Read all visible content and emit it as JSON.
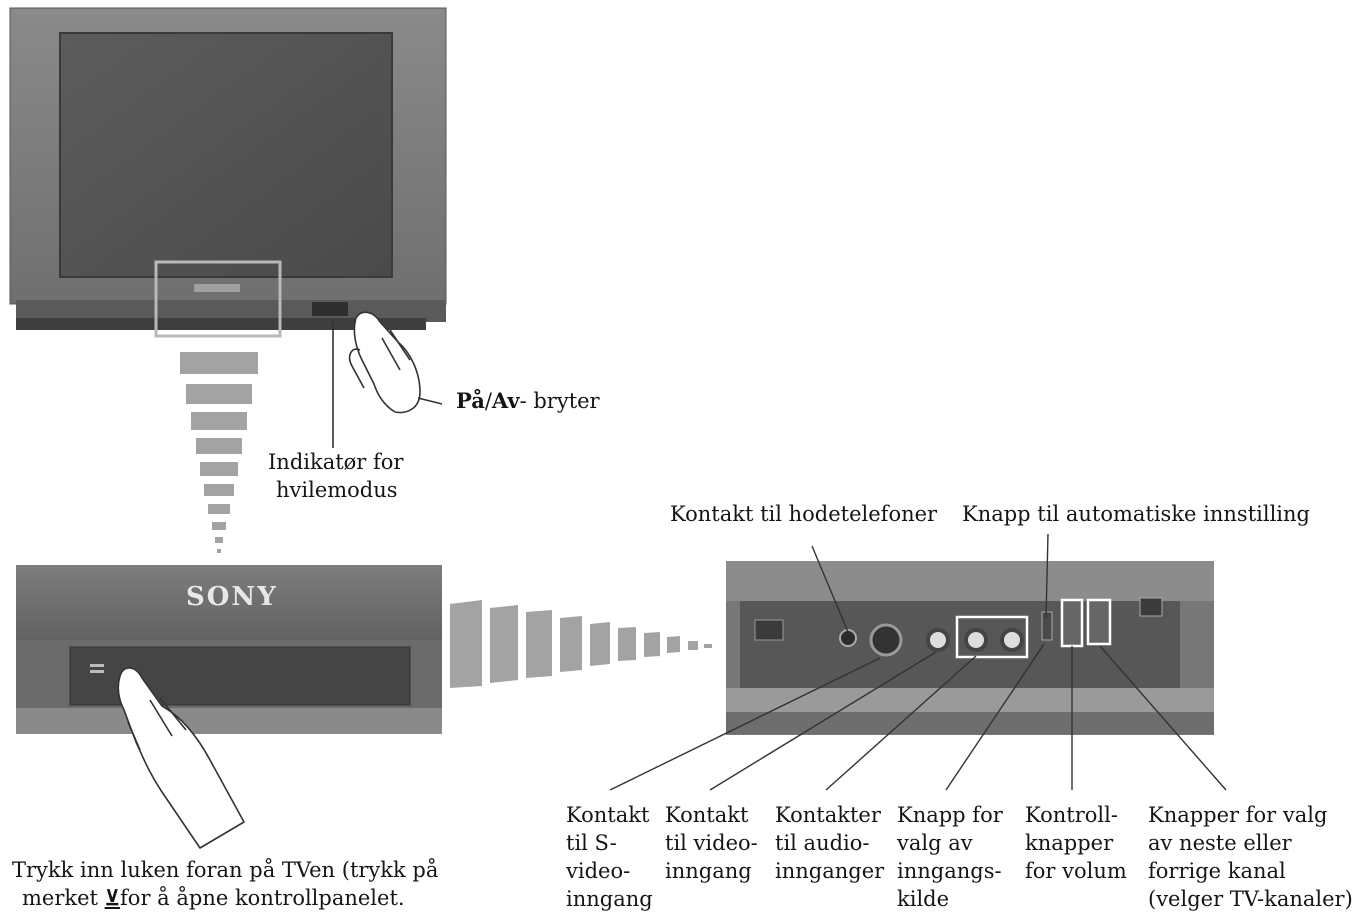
{
  "brand": "SONY",
  "labels": {
    "power_bold_1": "På",
    "power_sep": "/",
    "power_bold_2": "Av",
    "power_rest": "- bryter",
    "standby_line1": "Indikatør for",
    "standby_line2": "hvilemodus",
    "headphones": "Kontakt  til hodetelefoner",
    "auto_setup": "Knapp til automatiske innstilling",
    "svideo": [
      "Kontakt",
      "til S-",
      "video-",
      "inngang"
    ],
    "video": [
      "Kontakt",
      "til video-",
      "inngang"
    ],
    "audio": [
      "Kontakter",
      "til audio-",
      "innganger"
    ],
    "input_select": [
      "Knapp for",
      "valg av",
      "inngangs-",
      "kilde"
    ],
    "volume": [
      "Kontroll-",
      "knapper",
      "for volum"
    ],
    "channel": [
      "Knapper for valg",
      "av neste eller",
      "forrige kanal",
      "(velger TV-kanaler)"
    ],
    "instruction_line1": "Trykk inn luken foran på TVen (trykk på",
    "instruction_line2_a": "merket ",
    "instruction_mark": "⊻",
    "instruction_line2_b": "for å  åpne kontrollpanelet."
  },
  "icons": [
    "hand-pointer-icon",
    "hand-pointer-icon",
    "open-panel-mark-icon"
  ]
}
